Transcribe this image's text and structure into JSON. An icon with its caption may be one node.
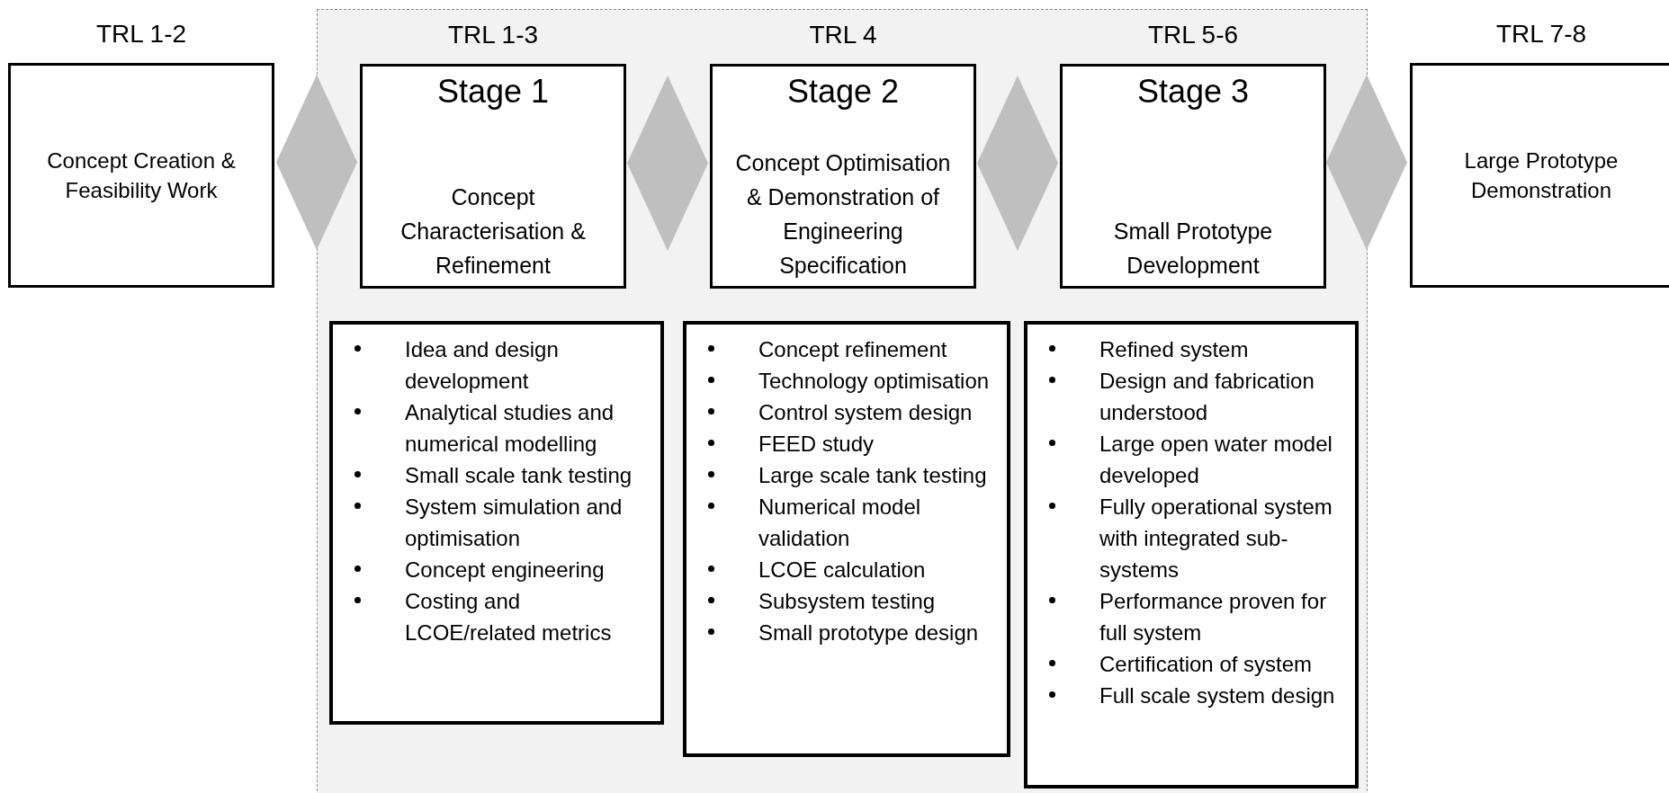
{
  "diagram": {
    "nodes": [
      {
        "text": [
          "TRL 1-2",
          "Concept Creation & Feasibility Work"
        ]
      },
      {
        "text": [],
        "shape": "diamond"
      },
      {
        "text": [],
        "shape": "box"
      },
      {
        "text": [
          "TRL 1-3",
          "Stage 1",
          "Concept Characterisation & Refinement"
        ],
        "in": 2
      },
      {
        "text": [],
        "shape": "diamond",
        "in": 2
      },
      {
        "text": [
          "TRL 4",
          "Stage 2",
          "Concept Optimisation & Demonstration of Engineering Specification"
        ],
        "in": 2
      },
      {
        "text": [],
        "shape": "diamond",
        "in": 2
      },
      {
        "text": [
          "TRL 5-6",
          "Stage 3",
          "Small Prototype Development"
        ],
        "in": 2
      },
      {
        "text": [],
        "shape": "diamond"
      },
      {
        "text": [
          "TRL 7-8",
          "Large Prototype Demonstration"
        ]
      },
      {
        "text": [
          "Idea and design development",
          "Analytical studies and numerical modelling",
          "Small scale tank testing",
          "System simulation and optimisation",
          "Concept engineering",
          "Costing and LCOE/related metrics"
        ],
        "in": 2
      },
      {
        "text": [
          "Concept refinement",
          "Technology optimisation",
          "Control system design",
          "FEED study",
          "Large scale  tank testing",
          "Numerical model validation",
          "LCOE calculation",
          "Subsystem testing",
          "Small prototype design"
        ],
        "in": 2
      },
      {
        "text": [
          "Refined system",
          "Design and fabrication understood",
          "Large open water model developed",
          "Fully operational system with integrated sub-systems",
          "Performance proven for full system",
          "Certification of system",
          "Full scale system design"
        ],
        "in": 2
      }
    ],
    "edges": []
  }
}
